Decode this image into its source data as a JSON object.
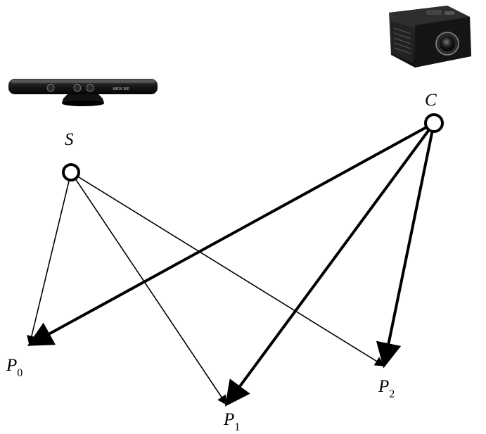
{
  "nodes": {
    "sensor": {
      "label": "S"
    },
    "camera": {
      "label": "C"
    }
  },
  "points": [
    {
      "letter": "P",
      "sub": "0"
    },
    {
      "letter": "P",
      "sub": "1"
    },
    {
      "letter": "P",
      "sub": "2"
    }
  ],
  "devices": {
    "kinect": {
      "icon": "kinect-sensor-icon",
      "brand": "XBOX 360"
    },
    "projector": {
      "icon": "projector-icon"
    }
  },
  "colors": {
    "ink": "#000000",
    "background": "#ffffff"
  }
}
